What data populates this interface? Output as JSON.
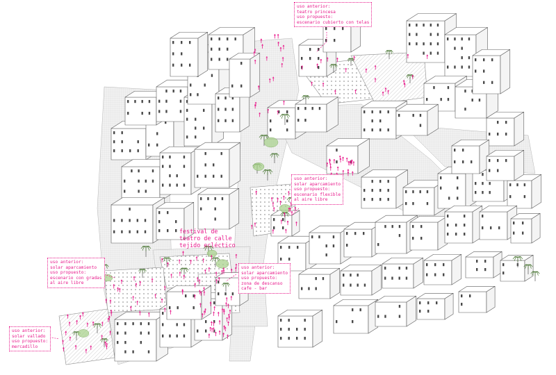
{
  "colors": {
    "accent": "#e8198b",
    "line": "#5a5a5a",
    "street": "#e9e9e9",
    "vegetation": "#a9d18e",
    "building": "#ffffff"
  },
  "main_label": {
    "lines": [
      "festival de",
      "teatro de calle",
      "tejido ecléctico"
    ]
  },
  "callouts": [
    {
      "id": "teatro-princesa",
      "lines": [
        "uso anterior:",
        "teatro princesa",
        "uso propuesto:",
        "escenario cubierto con telas"
      ]
    },
    {
      "id": "escenario-flexible",
      "lines": [
        "uso anterior:",
        "solar aparcamiento",
        "uso propuesto:",
        "escenario flexible",
        "al aire libre"
      ]
    },
    {
      "id": "escenario-gradas",
      "lines": [
        "uso anterior:",
        "solar aparcamiento",
        "uso propuesto:",
        "escenario con gradas",
        "al aire libre"
      ]
    },
    {
      "id": "zona-descanso",
      "lines": [
        "uso anterior:",
        "solar aparcamiento",
        "uso propuesto:",
        "zona de descanso",
        "cafe - bar"
      ]
    },
    {
      "id": "mercadillo",
      "lines": [
        "uso anterior:",
        "solar vallado",
        "uso propuesto:",
        "mercadillo"
      ]
    }
  ]
}
